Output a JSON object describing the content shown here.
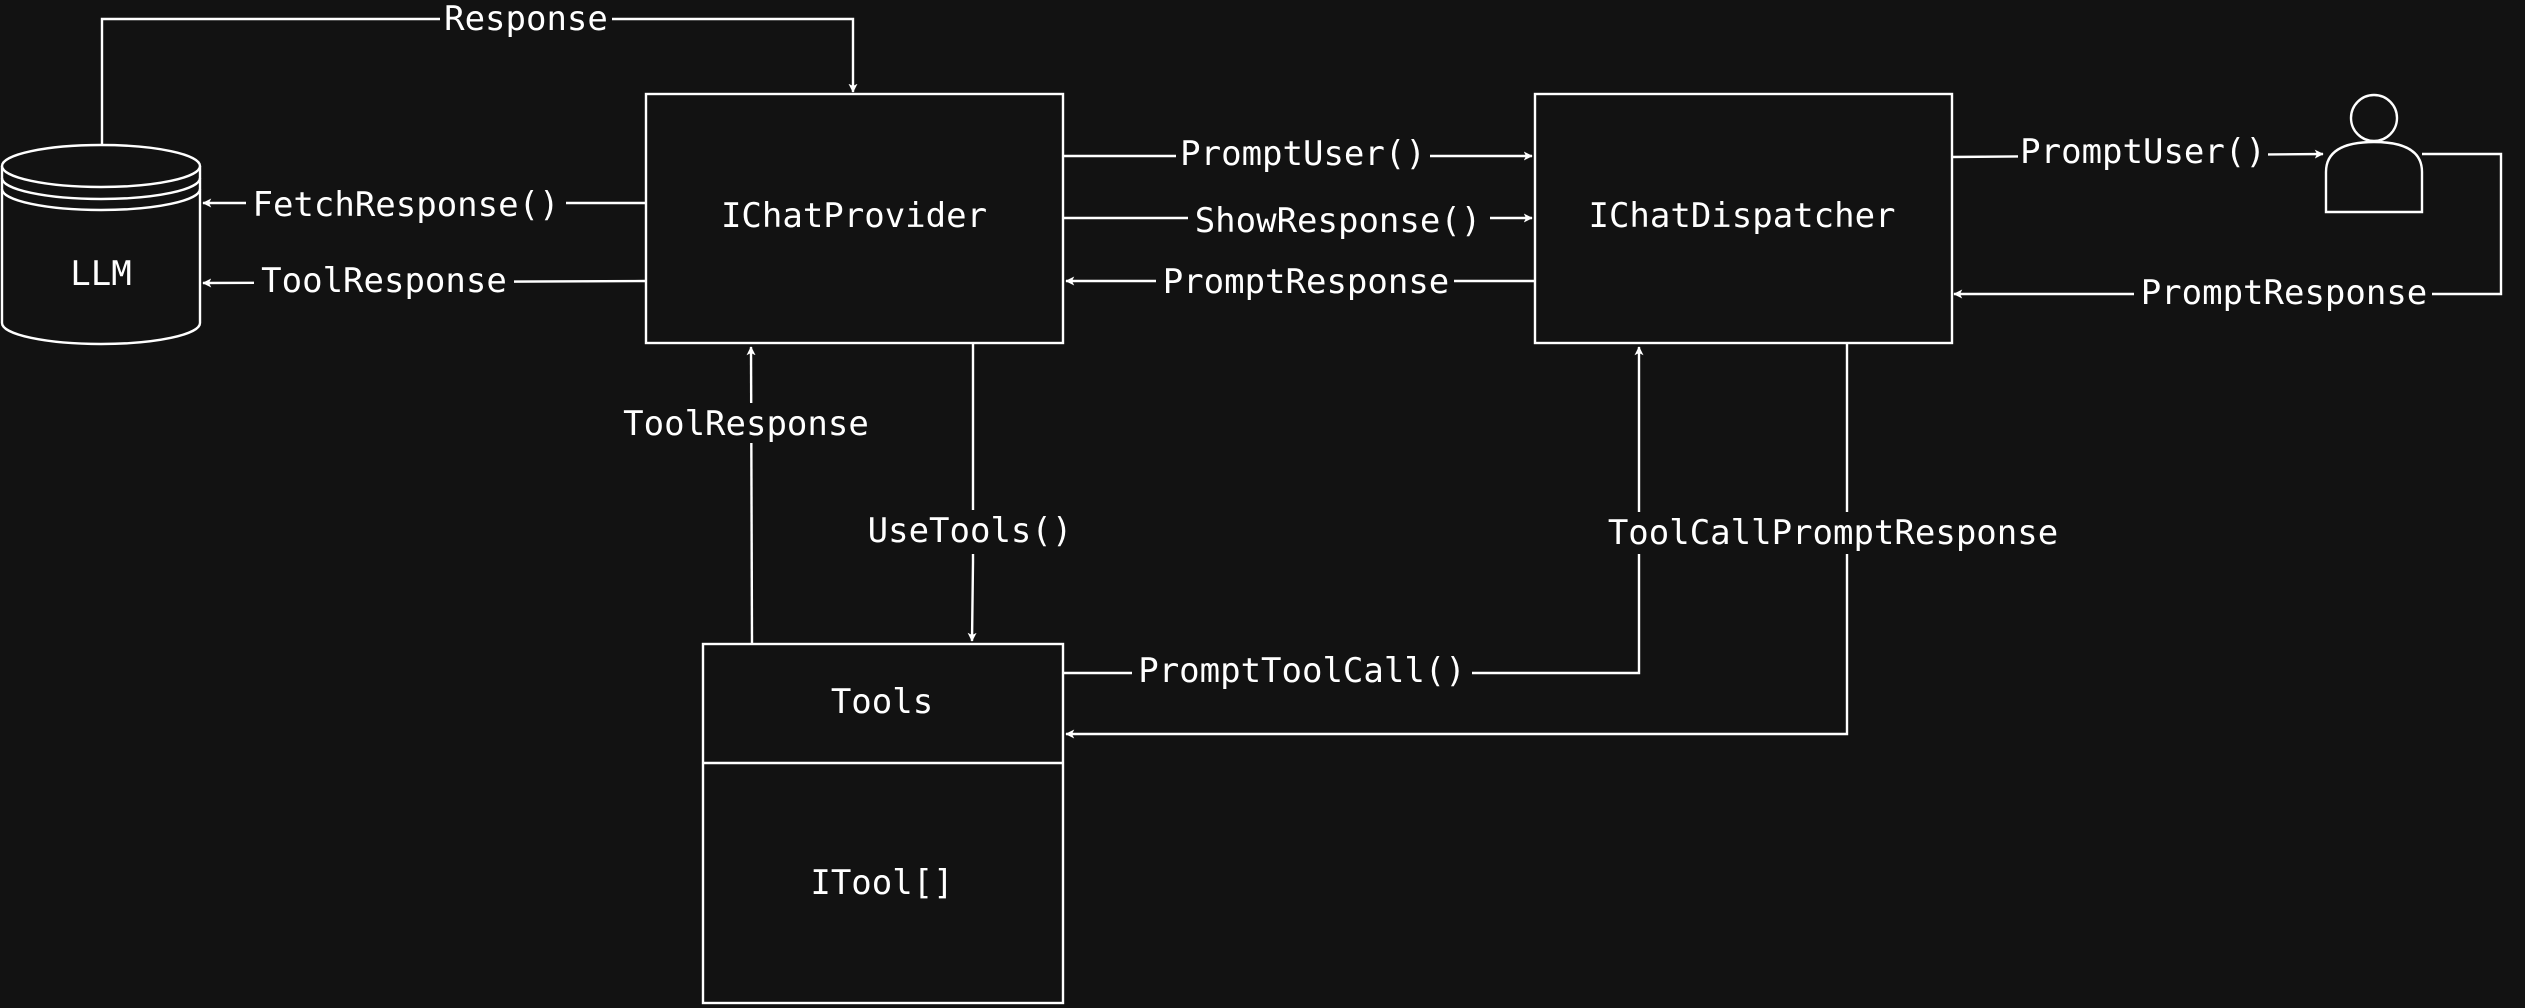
{
  "nodes": {
    "llm": "LLM",
    "chat_provider": "IChatProvider",
    "chat_dispatcher": "IChatDispatcher",
    "tools": "Tools",
    "tool_list": "ITool[]",
    "user_icon": "user-icon"
  },
  "edges": {
    "response": "Response",
    "fetch_response": "FetchResponse()",
    "tool_response_to_llm": "ToolResponse",
    "tool_response_from_tools": "ToolResponse",
    "prompt_user_1": "PromptUser()",
    "show_response": "ShowResponse()",
    "prompt_response_1": "PromptResponse",
    "prompt_user_2": "PromptUser()",
    "prompt_response_2": "PromptResponse",
    "use_tools": "UseTools()",
    "prompt_tool_call": "PromptToolCall()",
    "tool_call_prompt_response": "ToolCallPromptResponse"
  },
  "colors": {
    "background": "#121212",
    "stroke": "#ffffff",
    "text": "#ffffff"
  }
}
